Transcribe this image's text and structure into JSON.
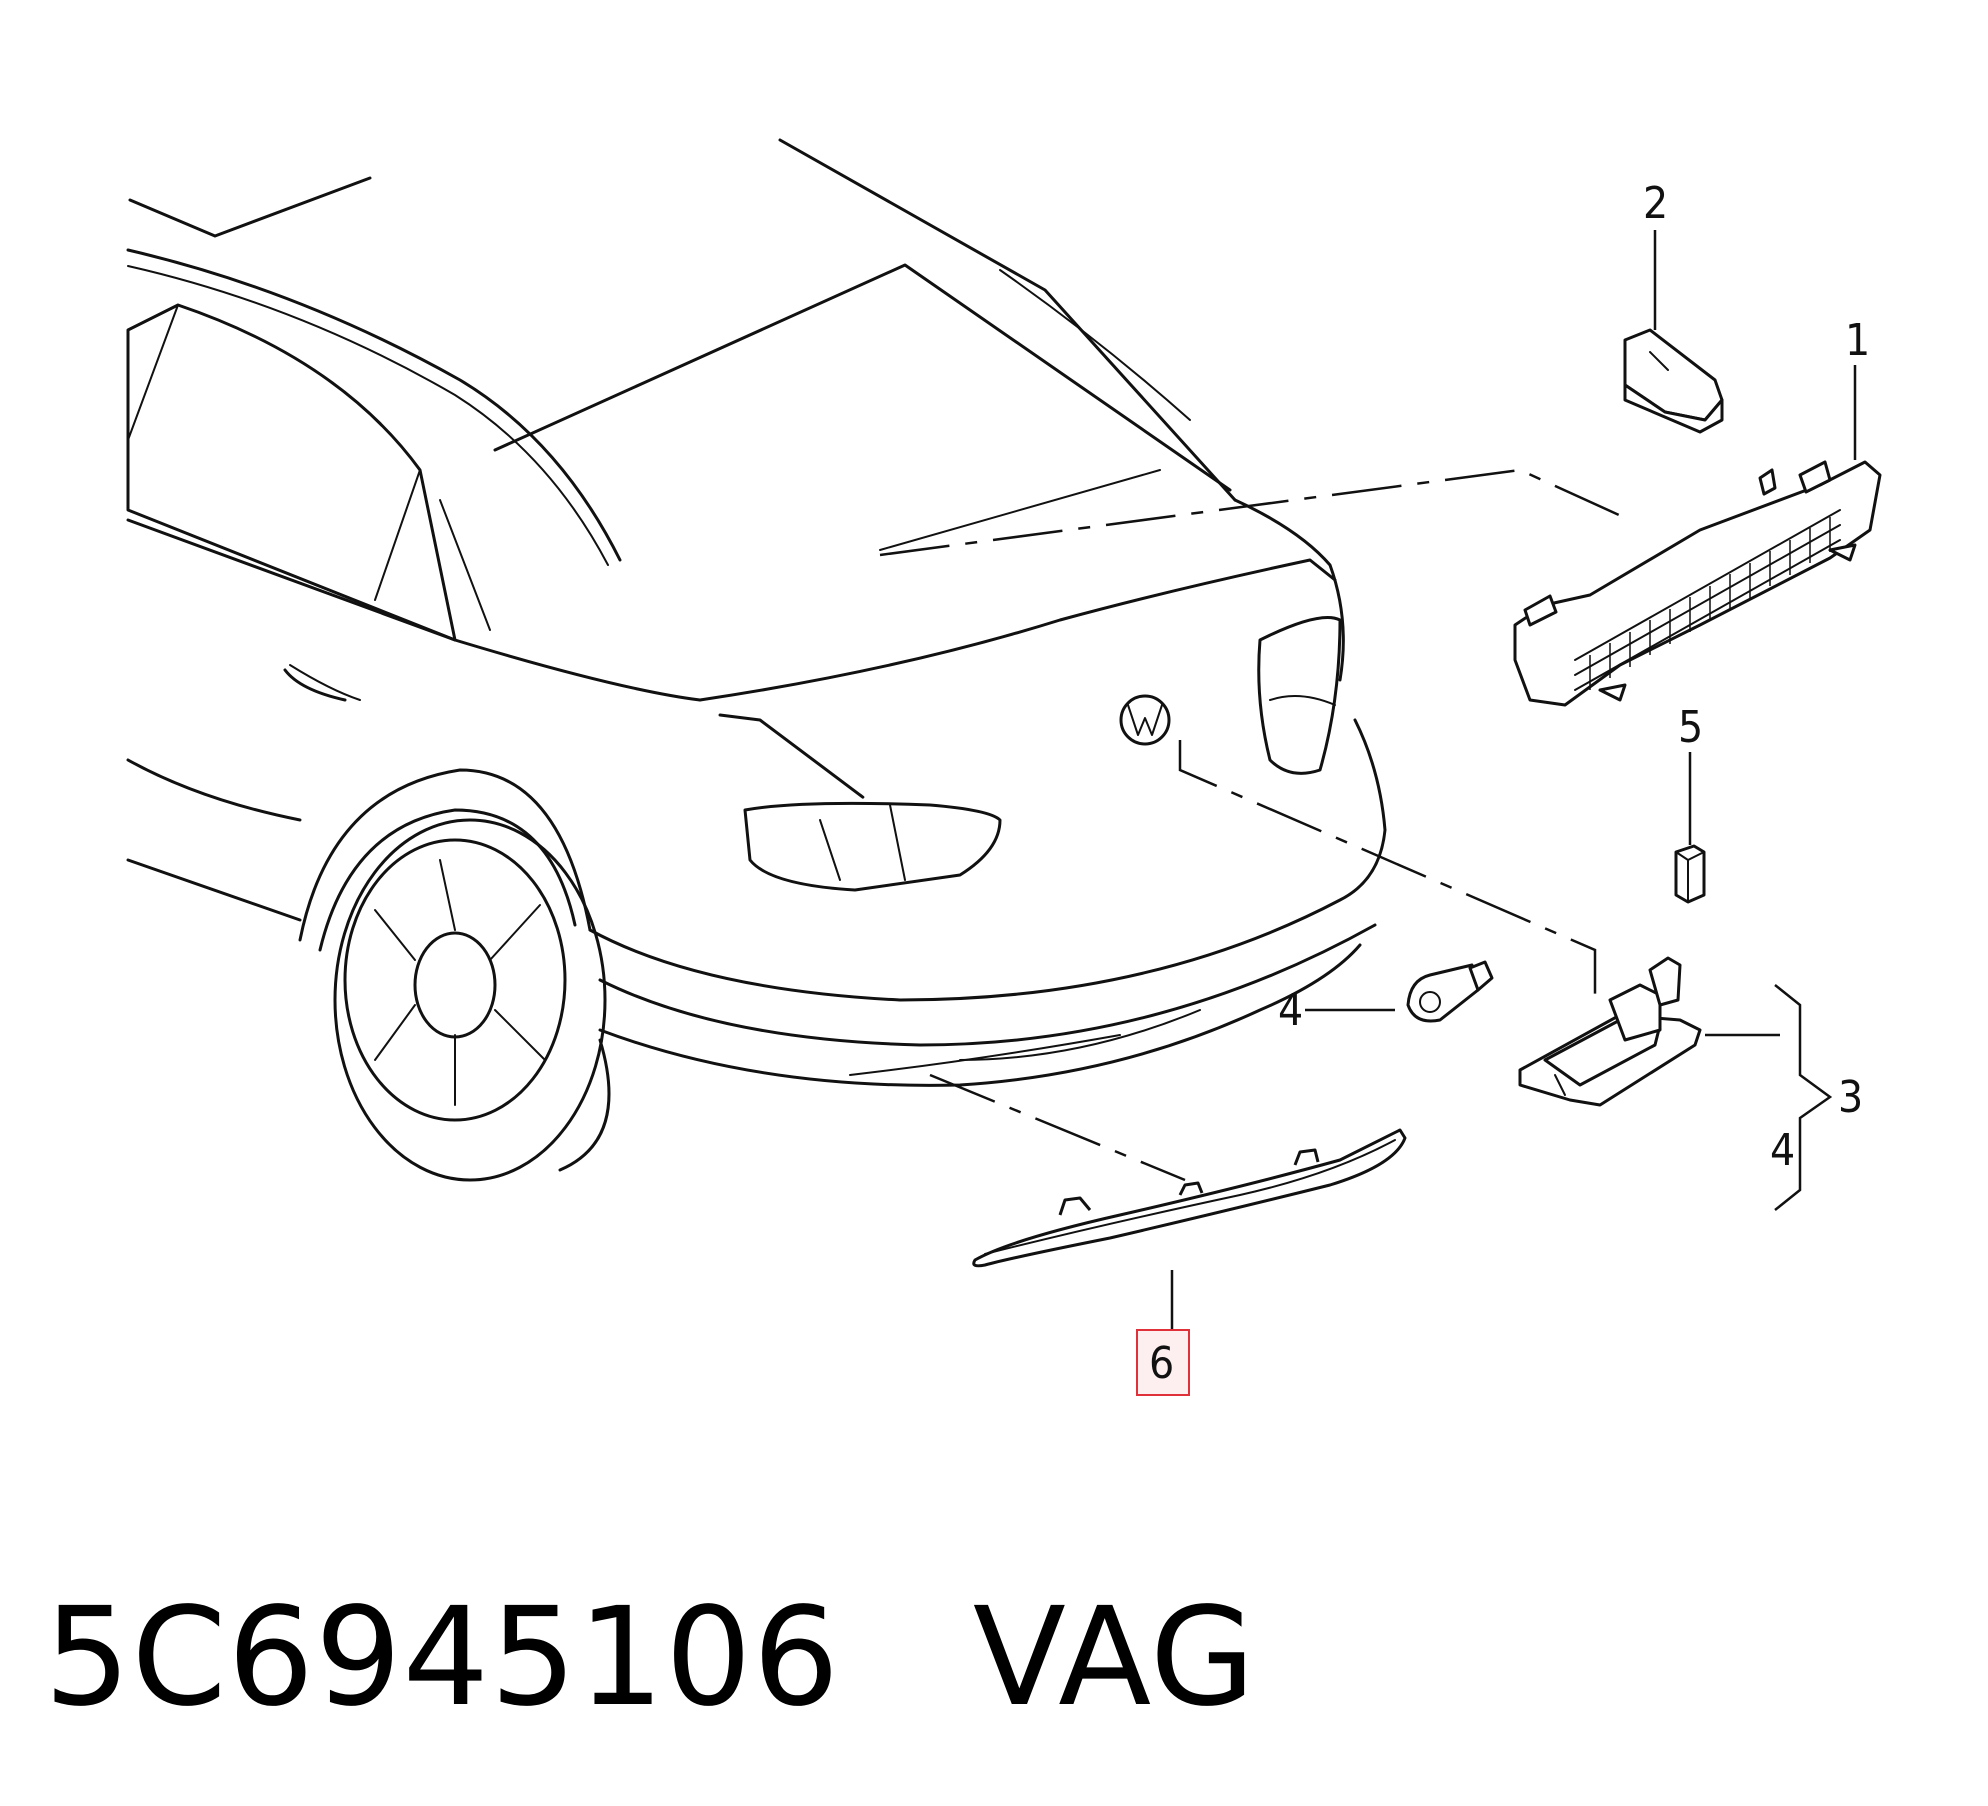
{
  "callouts": {
    "c1": "1",
    "c2": "2",
    "c3": "3",
    "c4_left": "4",
    "c4_bracket": "4",
    "c5": "5",
    "c6": "6"
  },
  "highlighted_callout": "6",
  "colors": {
    "line": "#111111",
    "highlight_border": "#e0303a",
    "highlight_fill": "#fdeef0"
  },
  "caption": {
    "part_number": "5C6945106",
    "brand": "VAG",
    "full": "5C6945106   VAG"
  }
}
